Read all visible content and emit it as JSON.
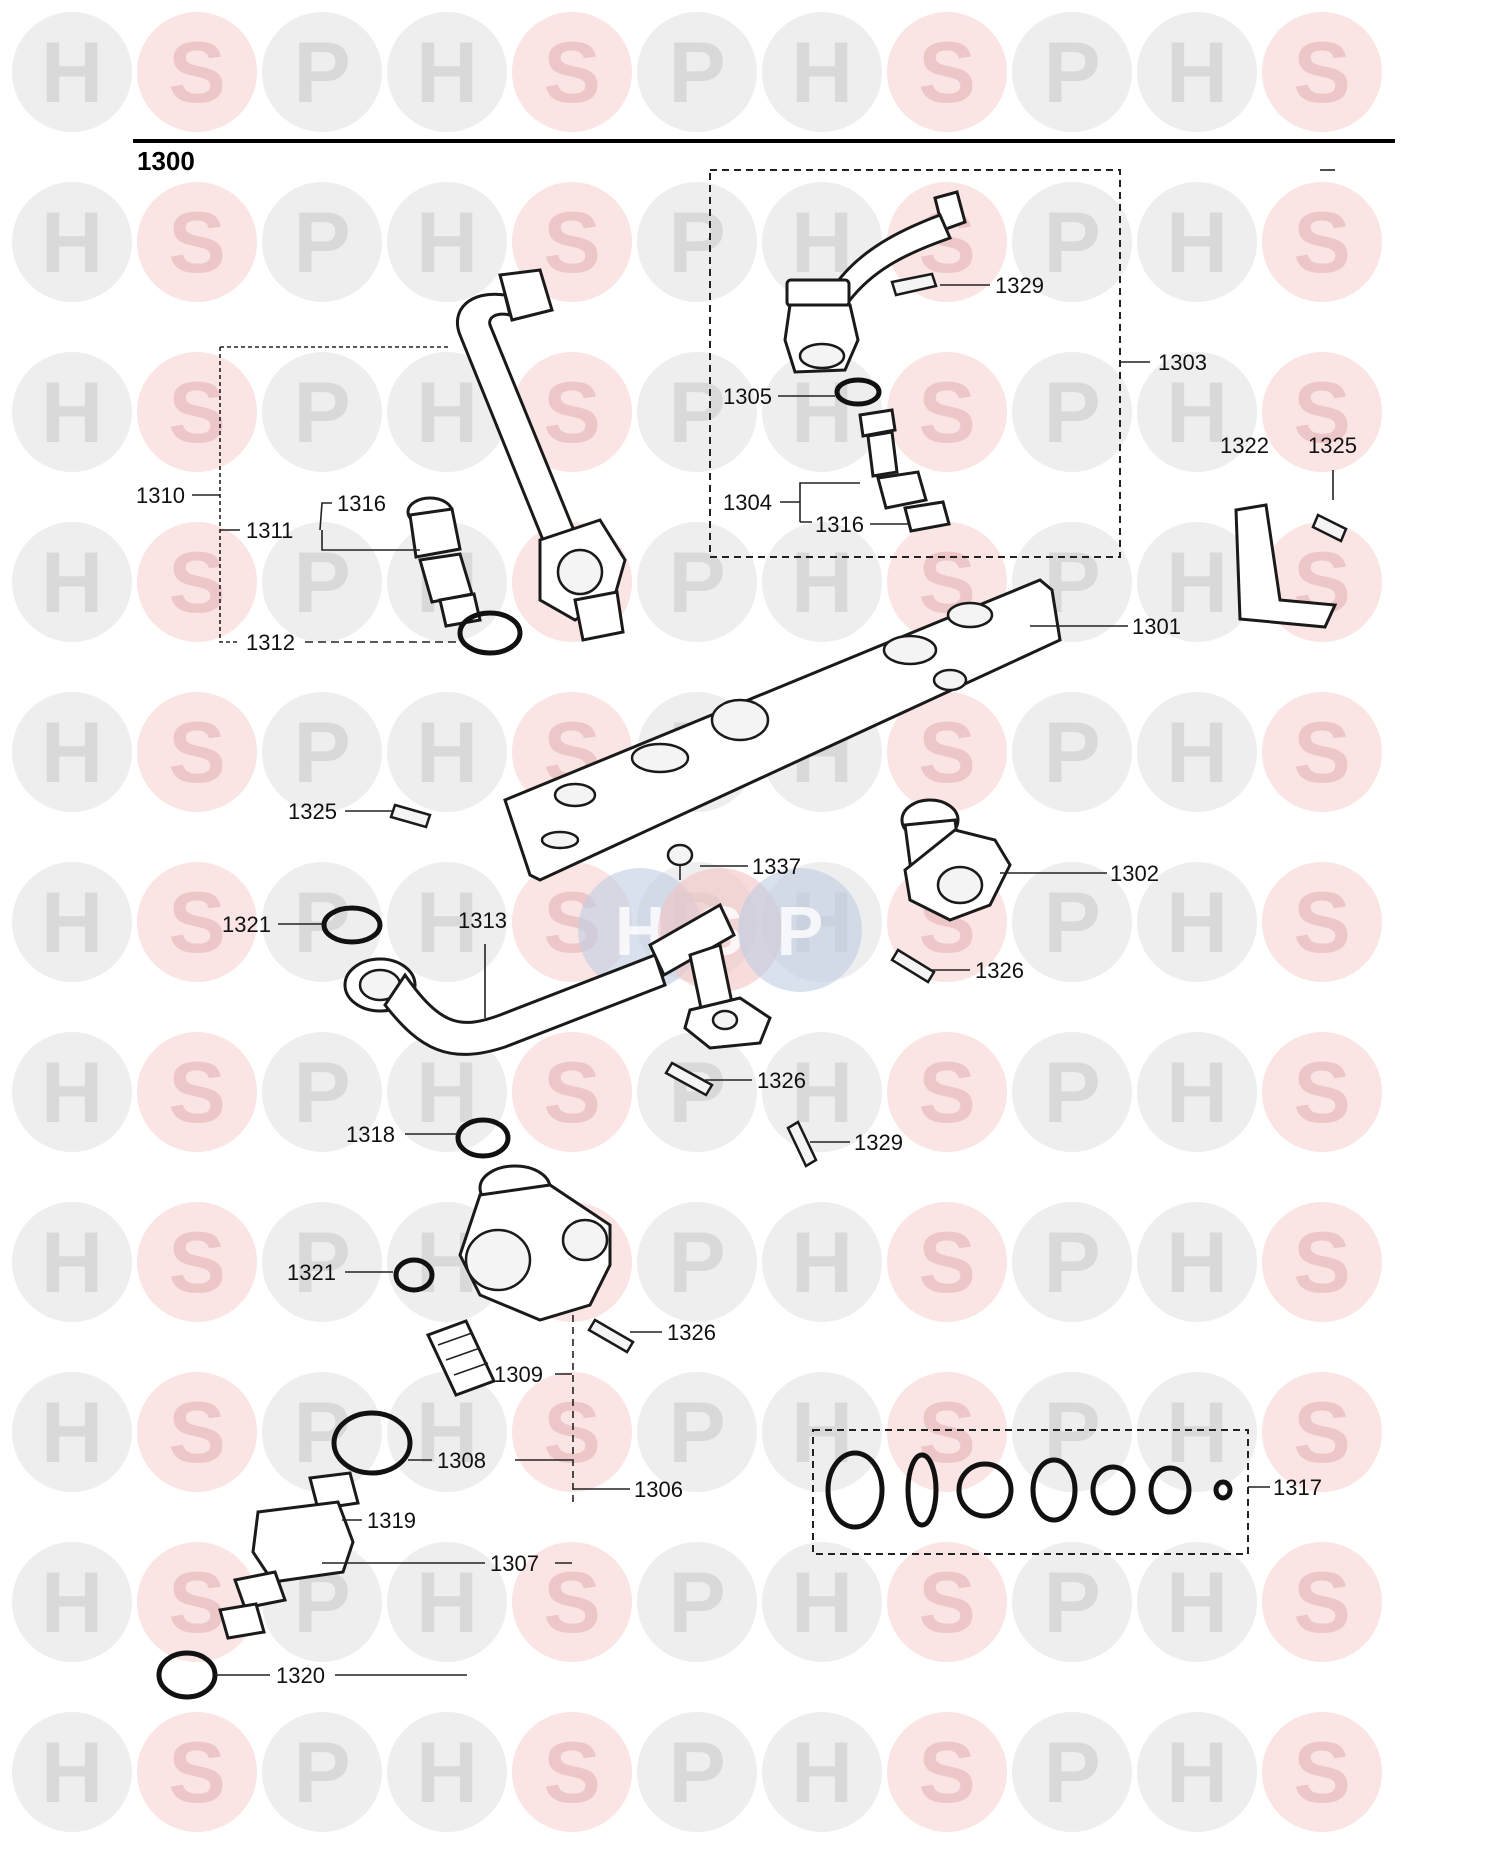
{
  "watermark": {
    "letters": [
      "H",
      "S",
      "P"
    ],
    "circle_color": "#d9d9d9",
    "center_circle_color": "#f3c4c4",
    "center_badge_colors": [
      "#bfcde3",
      "#f3c4c4",
      "#bfcde3"
    ]
  },
  "diagram": {
    "title": "1300",
    "labels": {
      "l1301": "1301",
      "l1302": "1302",
      "l1303": "1303",
      "l1304": "1304",
      "l1305": "1305",
      "l1306": "1306",
      "l1307": "1307",
      "l1308": "1308",
      "l1309": "1309",
      "l1310": "1310",
      "l1311": "1311",
      "l1312": "1312",
      "l1313": "1313",
      "l1316a": "1316",
      "l1316b": "1316",
      "l1317": "1317",
      "l1318": "1318",
      "l1319": "1319",
      "l1320": "1320",
      "l1321a": "1321",
      "l1321b": "1321",
      "l1322": "1322",
      "l1325a": "1325",
      "l1325b": "1325",
      "l1326a": "1326",
      "l1326b": "1326",
      "l1326c": "1326",
      "l1329a": "1329",
      "l1329b": "1329",
      "l1337": "1337"
    }
  }
}
